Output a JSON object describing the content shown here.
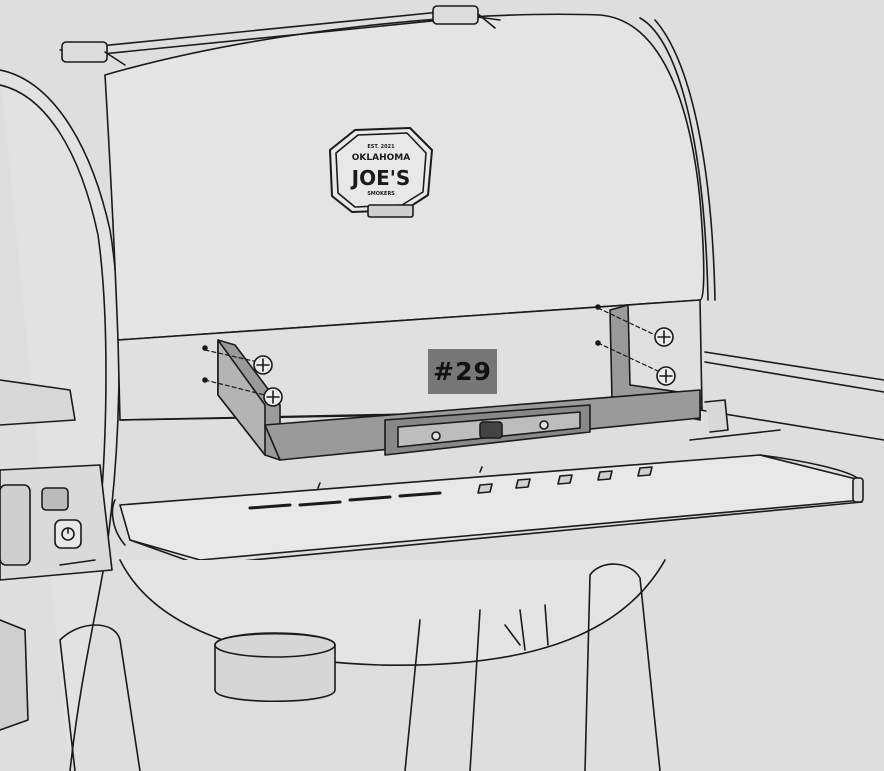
{
  "diagram": {
    "callout_label": "#29",
    "logo_text": {
      "top": "EST. 2021",
      "line1": "OKLAHOMA",
      "line2": "JOE'S",
      "bottom": "SMOKERS"
    }
  },
  "colors": {
    "background": "#dedede",
    "line": "#1a1a1a",
    "bracket_fill": "#9a9a9a",
    "callout_fill": "#777777",
    "callout_text": "#111111"
  },
  "icons": [
    "screw-icon",
    "power-icon",
    "brand-logo"
  ]
}
